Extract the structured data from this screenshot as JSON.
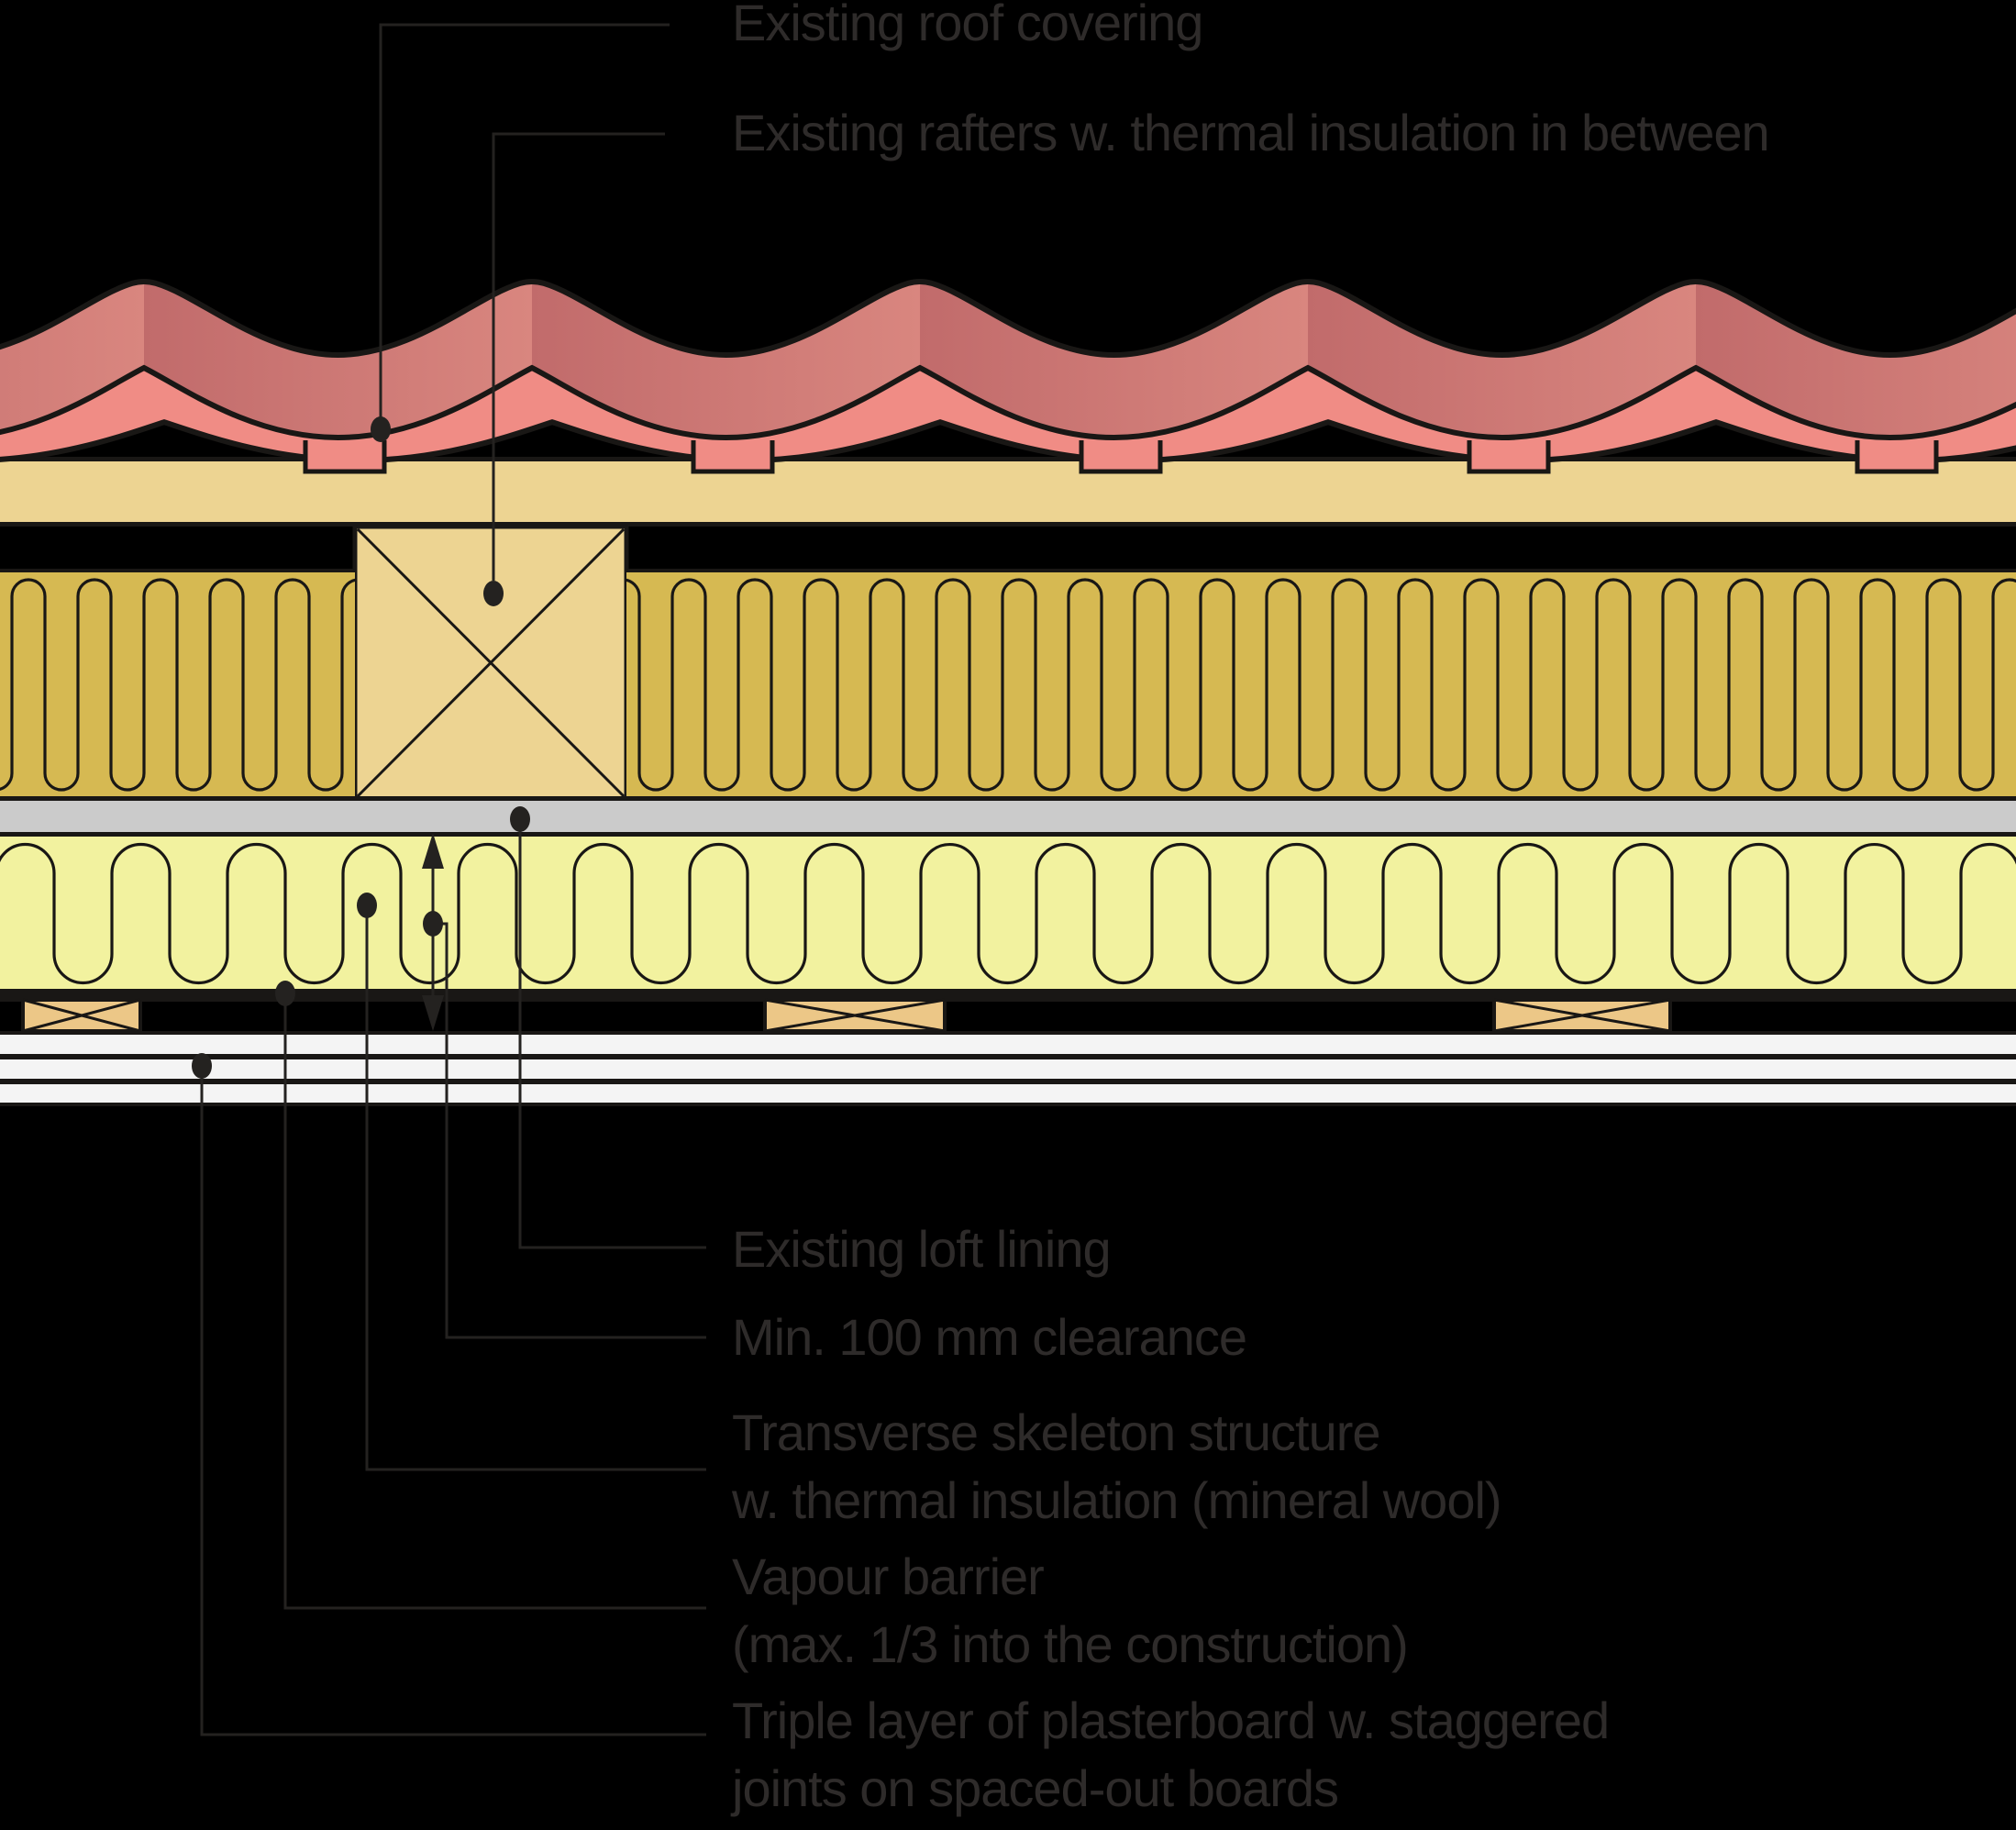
{
  "colors": {
    "background": "#000000",
    "text": "#2E2B2A",
    "line": "#242220",
    "outline": "#191715",
    "tile_dark_start": "#C16B6B",
    "tile_dark_end": "#D9867F",
    "tile_light": "#F08C85",
    "wood": "#EDD492",
    "wood_block": "#ECC787",
    "insulation_upper": "#D6B952",
    "insulation_lower": "#F2F29F",
    "lining": "#CBCBCB",
    "plasterboard": "#F4F4F4"
  },
  "labels": {
    "roof_covering": {
      "lines": [
        "Existing roof covering"
      ]
    },
    "rafters": {
      "lines": [
        "Existing rafters w. thermal insulation in between"
      ]
    },
    "loft_lining": {
      "lines": [
        "Existing loft lining"
      ]
    },
    "clearance": {
      "lines": [
        "Min. 100 mm clearance"
      ]
    },
    "skeleton": {
      "lines": [
        "Transverse skeleton structure",
        "w. thermal insulation (mineral wool)"
      ]
    },
    "vapour_barrier": {
      "lines": [
        "Vapour barrier",
        "(max. 1/3 into the construction)"
      ]
    },
    "plasterboard": {
      "lines": [
        "Triple layer of plasterboard w. staggered",
        "joints on spaced-out boards"
      ]
    }
  }
}
